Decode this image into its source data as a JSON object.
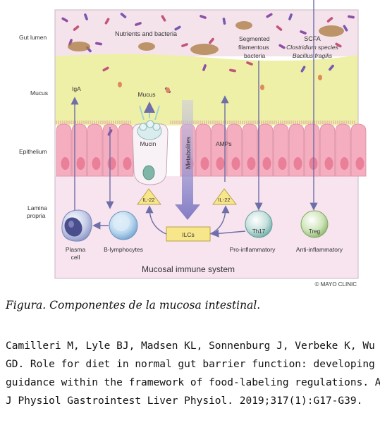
{
  "diagram": {
    "side_labels": {
      "gut_lumen": "Gut lumen",
      "mucus": "Mucus",
      "epithelium": "Epithelium",
      "lamina_propria_line1": "Lamina",
      "lamina_propria_line2": "propria"
    },
    "nutrients_and_bacteria": "Nutrients and bacteria",
    "segmented_line1": "Segmented",
    "segmented_line2": "filamentous",
    "segmented_line3": "bacteria",
    "scfa_line1": "SCFA",
    "scfa_line2": "Clostridium species",
    "scfa_line3": "Bacillus fragilis",
    "iga": "IgA",
    "mucus_label": "Mucus",
    "mucin": "Mucin",
    "metabolites": "Metabolites",
    "amps": "AMPs",
    "il22_left": "IL-22",
    "il22_right": "IL-22",
    "ilcs": "ILCs",
    "th17": "Th17",
    "treg": "Treg",
    "plasma_line1": "Plasma",
    "plasma_line2": "cell",
    "b_lymphocytes": "B-lymphocytes",
    "pro_inflammatory": "Pro-inflammatory",
    "anti_inflammatory": "Anti-inflammatory",
    "mucosal_immune_system": "Mucosal immune system",
    "copyright": "© MAYO CLINIC",
    "colors": {
      "lumen_bg": "#f5e3ec",
      "mucus_band": "#eef0a8",
      "epithelial_cell": "#f4aebf",
      "nucleus": "#e97f99",
      "lamina_bg": "#f7e4ef",
      "bacteria_purple": "#8e4fa6",
      "bacteria_brown": "#a9783e",
      "il22_fill": "#f7e68a",
      "arrow": "#6e6ea8"
    }
  },
  "caption": "Figura. Componentes de la mucosa intestinal.",
  "citation": {
    "line1": "Camilleri M, Lyle BJ, Madsen KL, Sonnenburg J, Verbeke K, Wu",
    "line2": "GD. Role for diet in normal gut barrier function: developing",
    "line3": "guidance within the framework of food-labeling regulations. Am",
    "line4": "J Physiol Gastrointest Liver Physiol. 2019;317(1):G17-G39."
  }
}
